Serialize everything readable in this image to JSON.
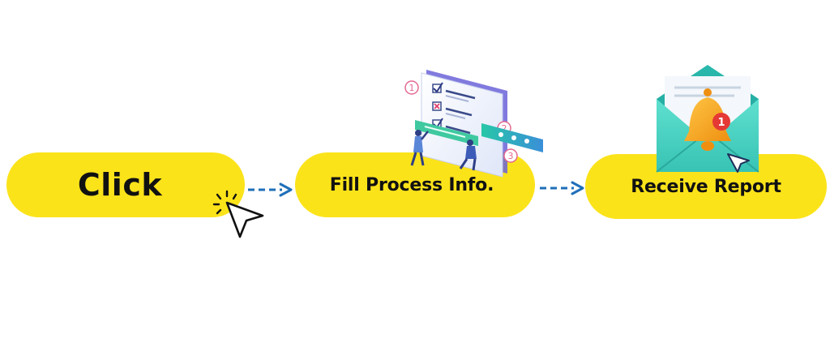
{
  "steps": [
    {
      "label": "Click"
    },
    {
      "label": "Fill Process Info."
    },
    {
      "label": "Receive Report"
    }
  ],
  "illustration": {
    "form_steps": [
      "1",
      "2",
      "3"
    ],
    "notification_count": "1"
  },
  "icons": [
    "cursor-click-icon",
    "form-checklist-illustration",
    "envelope-bell-notification-icon",
    "arrow-right-icon"
  ],
  "colors": {
    "pill": "#fbe31a",
    "arrow": "#1f6fb8",
    "envelope": "#27bdb0",
    "bell": "#f4a51c",
    "badge": "#e53935"
  }
}
